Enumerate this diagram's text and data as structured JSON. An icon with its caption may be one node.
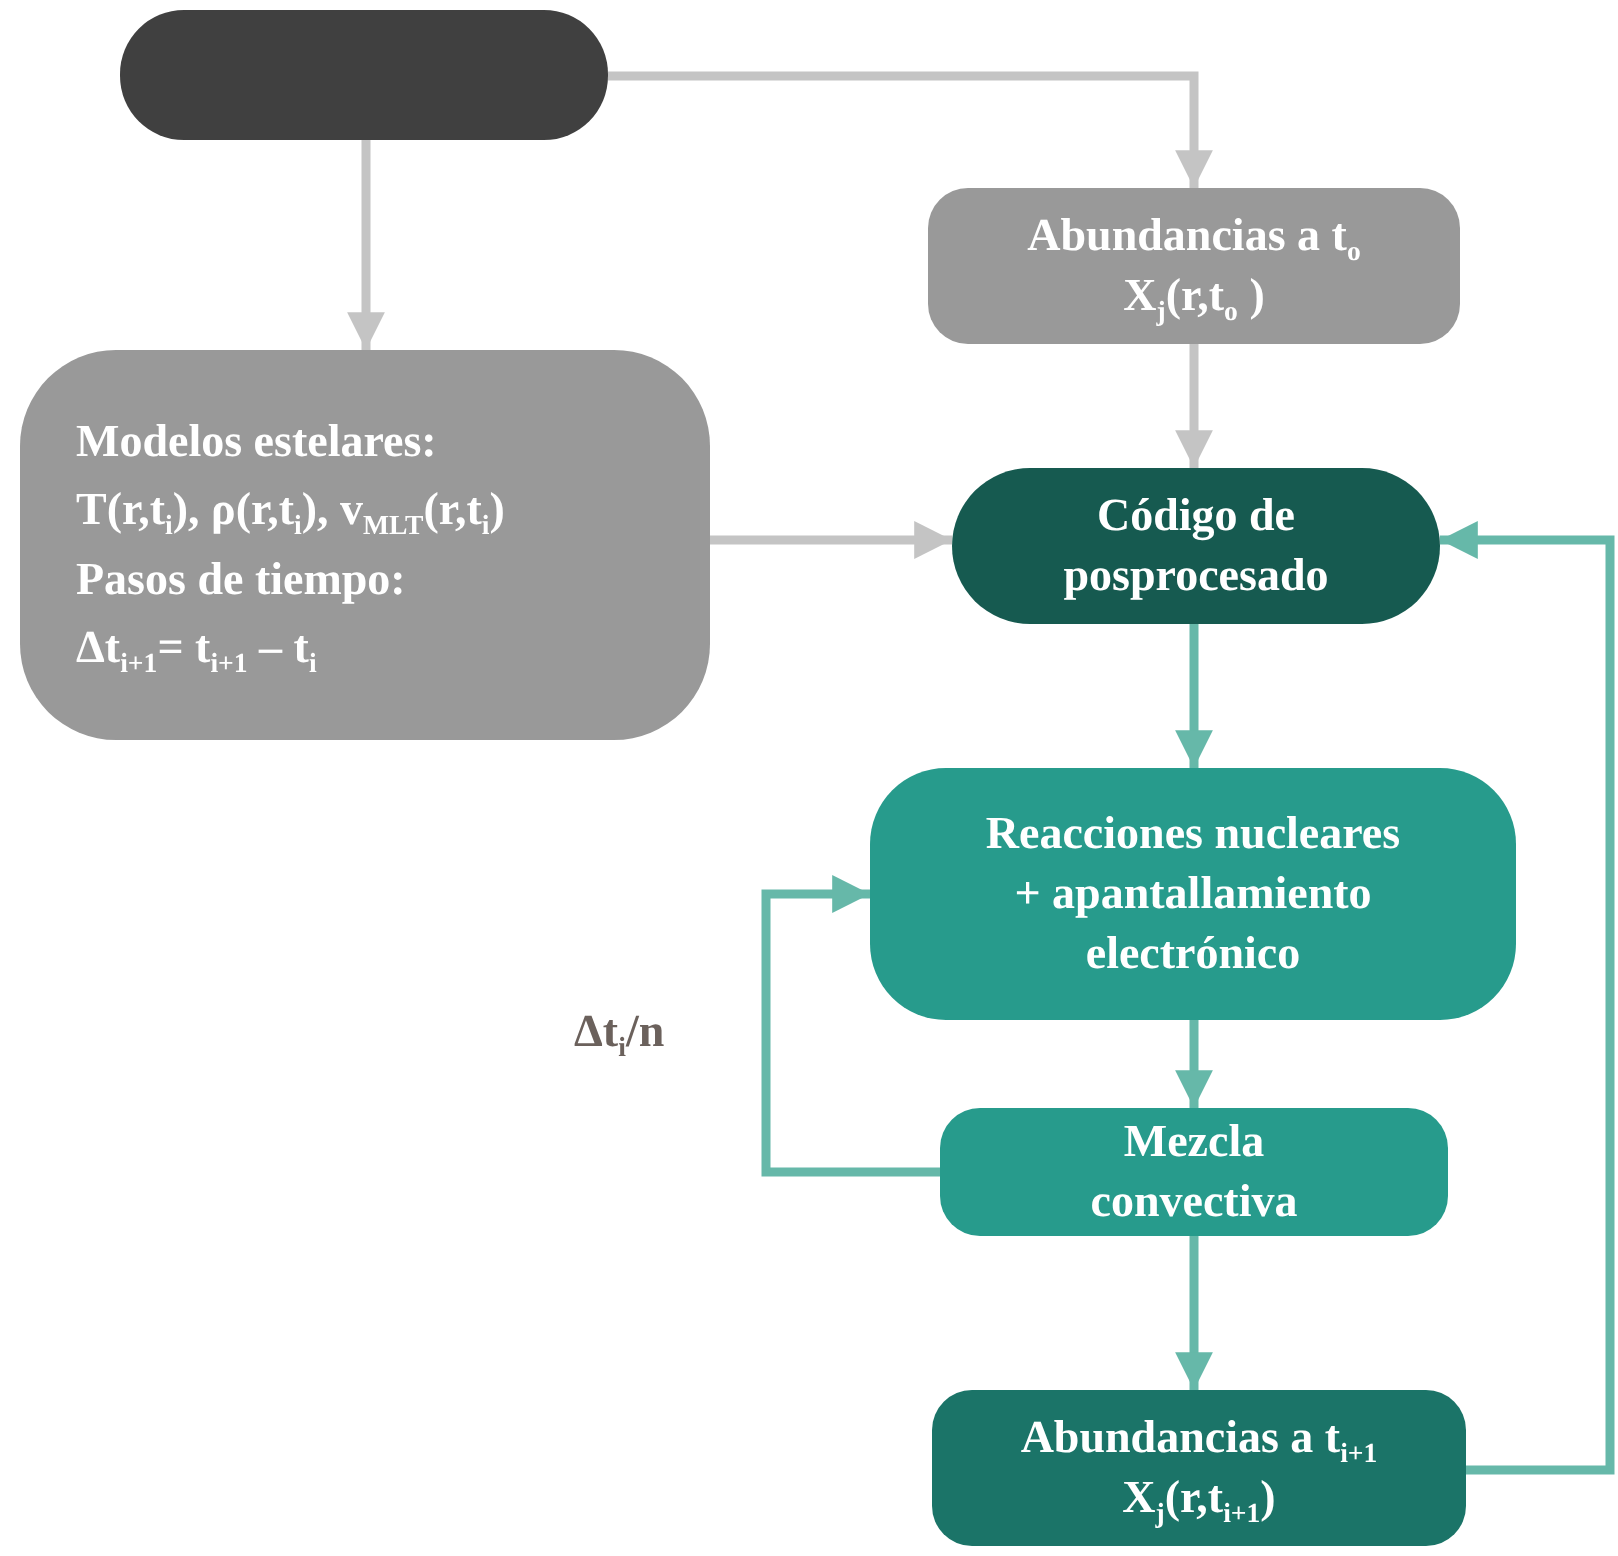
{
  "diagram": {
    "nodes": [
      {
        "text": [],
        "shape": "box"
      },
      {
        "text": [
          "Abundancias a t$_{o}$",
          "X$_{j}$(r,t$_{o}$ )"
        ]
      },
      {
        "text": [
          "Modelos estelares:",
          "T(r,t$_{i}$), ρ(r,t$_{i}$), v$_{MLT}$(r,t$_{i}$)",
          "Pasos de tiempo:",
          "Δt$_{i+1}$= t$_{i+1}$ – t$_{i}$"
        ]
      },
      {
        "text": [
          "Código de posprocesado"
        ]
      },
      {
        "text": [
          "Reacciones nucleares + apantallamiento electrónico"
        ]
      },
      {
        "text": [
          "Mezcla convectiva"
        ]
      },
      {
        "text": [
          "Abundancias a t$_{i+1}$",
          "X$_{j}$(r,t$_{i+1}$)"
        ]
      }
    ],
    "edges": [
      {
        "from": 0,
        "to": 1,
        "arrow": "to",
        "color": "#c4c4c4"
      },
      {
        "from": 0,
        "to": 2,
        "arrow": "to",
        "color": "#c4c4c4"
      },
      {
        "from": 1,
        "to": 3,
        "arrow": "to",
        "color": "#c4c4c4"
      },
      {
        "from": 2,
        "to": 3,
        "arrow": "to",
        "color": "#c4c4c4"
      },
      {
        "from": 3,
        "to": 4,
        "arrow": "to"
      },
      {
        "from": 4,
        "to": 5,
        "arrow": "to"
      },
      {
        "from": 5,
        "to": 4,
        "arrow": "to",
        "label": "Δt$_{i}$/n"
      },
      {
        "from": 5,
        "to": 6,
        "arrow": "to"
      },
      {
        "from": 6,
        "to": 3,
        "arrow": "to"
      }
    ]
  }
}
